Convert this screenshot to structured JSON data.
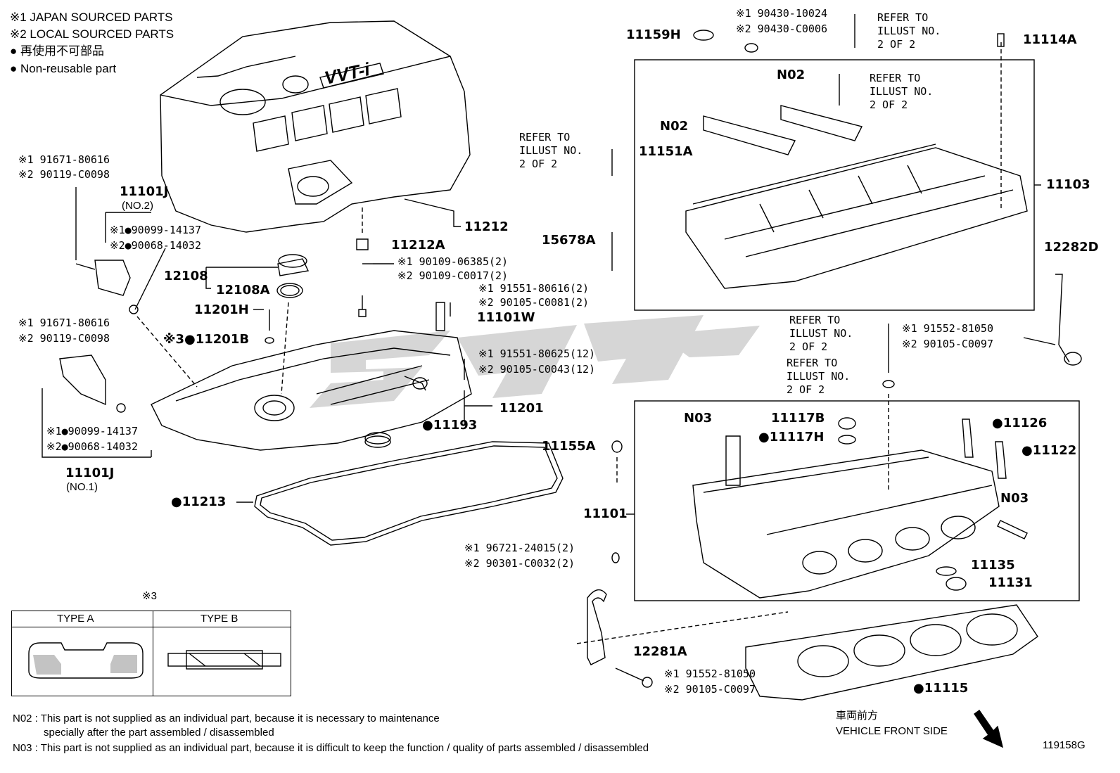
{
  "legend": {
    "l1": "※1 JAPAN SOURCED PARTS",
    "l2": "※2 LOCAL SOURCED PARTS",
    "l3": "● 再使用不可部品",
    "l4": "● Non-reusable part"
  },
  "labels": {
    "p11212": "11212",
    "p11212A": "11212A",
    "p91671a_1": "※1 91671-80616",
    "p91671a_2": "※2 90119-C0098",
    "p11101J_top": "11101J",
    "p11101J_top_sub": "(NO.2)",
    "p90099a": "※1●90099-14137",
    "p90068a": "※2●90068-14032",
    "p12108": "12108",
    "p12108A": "12108A",
    "p11201H": "11201H",
    "p11201B": "※3●11201B",
    "p91671b_1": "※1 91671-80616",
    "p91671b_2": "※2 90119-C0098",
    "p90099b": "※1●90099-14137",
    "p90068b": "※2●90068-14032",
    "p11101J_bot": "11101J",
    "p11101J_bot_sub": "(NO.1)",
    "p90109_1": "※1 90109-06385(2)",
    "p90109_2": "※2 90109-C0017(2)",
    "p91551a_1": "※1 91551-80616(2)",
    "p91551a_2": "※2 90105-C0081(2)",
    "p11101W": "11101W",
    "p91551b_1": "※1 91551-80625(12)",
    "p91551b_2": "※2 90105-C0043(12)",
    "p11201": "11201",
    "p11193": "●11193",
    "p11213": "●11213",
    "p90430_1": "※1 90430-10024",
    "p90430_2": "※2 90430-C0006",
    "p11159H": "11159H",
    "refer1": "REFER TO",
    "refer1b": "ILLUST NO.",
    "refer1c": "2 OF 2",
    "p11114A": "11114A",
    "pN02a": "N02",
    "refer2": "REFER TO",
    "refer2b": "ILLUST NO.",
    "refer2c": "2 OF 2",
    "pN02b": "N02",
    "refer3": "REFER TO",
    "refer3b": "ILLUST NO.",
    "refer3c": "2 OF 2",
    "p11151A": "11151A",
    "p11103": "11103",
    "p15678A": "15678A",
    "p12282D": "12282D",
    "refer4": "REFER TO",
    "refer4b": "ILLUST NO.",
    "refer4c": "2 OF 2",
    "p91552a_1": "※1 91552-81050",
    "p91552a_2": "※2 90105-C0097",
    "refer5": "REFER TO",
    "refer5b": "ILLUST NO.",
    "refer5c": "2 OF 2",
    "pN03a": "N03",
    "p11117B": "11117B",
    "p11117H": "●11117H",
    "p11126": "●11126",
    "p11122": "●11122",
    "p11155A": "11155A",
    "pN03b": "N03",
    "p11101": "11101",
    "p96721_1": "※1 96721-24015(2)",
    "p96721_2": "※2 90301-C0032(2)",
    "p11135": "11135",
    "p11131": "11131",
    "p12281A": "12281A",
    "p91552b_1": "※1 91552-81050",
    "p91552b_2": "※2 90105-C0097",
    "p11115": "●11115",
    "typeRef": "※3",
    "typeA": "TYPE A",
    "typeB": "TYPE B",
    "front1": "車両前方",
    "front2": "VEHICLE FRONT SIDE",
    "diagId": "119158G"
  },
  "notes": {
    "n02_a": "N02 : This part is not supplied as an individual part, because it is necessary to maintenance",
    "n02_b": "specially after the part assembled / disassembled",
    "n03": "N03 : This part is not supplied as an individual part, because it is difficult to keep the function / quality of parts  assembled / disassembled"
  },
  "engine_cover_text": "VVT-i"
}
